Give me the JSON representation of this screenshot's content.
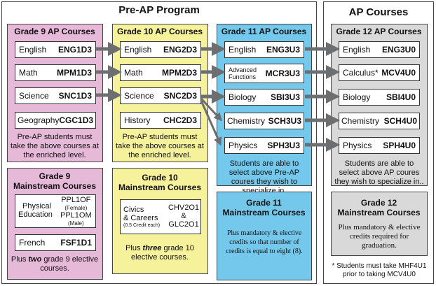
{
  "preap": {
    "title": "Pre-AP Program",
    "grade9": {
      "title": "Grade 9 AP Courses",
      "courses": [
        {
          "name": "English",
          "code": "ENG1D3"
        },
        {
          "name": "Math",
          "code": "MPM1D3"
        },
        {
          "name": "Science",
          "code": "SNC1D3"
        },
        {
          "name": "Geography",
          "code": "CGC1D3"
        }
      ],
      "note": "Pre-AP students must take the above courses at the enriched level."
    },
    "grade10": {
      "title": "Grade 10 AP Courses",
      "courses": [
        {
          "name": "English",
          "code": "ENG2D3"
        },
        {
          "name": "Math",
          "code": "MPM2D3"
        },
        {
          "name": "Science",
          "code": "SNC2D3"
        },
        {
          "name": "History",
          "code": "CHC2D3"
        }
      ],
      "note": "Pre-AP students must take the above courses at the enriched level."
    },
    "grade11": {
      "title": "Grade 11 AP Courses",
      "courses": [
        {
          "name": "English",
          "code": "ENG3U3"
        },
        {
          "name": "Advanced Functions",
          "code": "MCR3U3"
        },
        {
          "name": "Biology",
          "code": "SBI3U3"
        },
        {
          "name": "Chemistry",
          "code": "SCH3U3"
        },
        {
          "name": "Physics",
          "code": "SPH3U3"
        }
      ],
      "note": "Students are able to select above Pre-AP coures they wish to specialize in."
    }
  },
  "ap": {
    "title": "AP Courses",
    "grade12": {
      "title": "Grade 12 AP Courses",
      "courses": [
        {
          "name": "English",
          "code": "ENG3U0"
        },
        {
          "name": "Calculus*",
          "code": "MCV4U0"
        },
        {
          "name": "Biology",
          "code": "SBI4U0"
        },
        {
          "name": "Chemistry",
          "code": "SCH4U0"
        },
        {
          "name": "Physics",
          "code": "SPH4U0"
        }
      ],
      "note": "Students are able to select above AP coures they wish to specialize in.."
    },
    "footnote": "* Students must take MHF4U1 prior to taking MCV4U0"
  },
  "mainstream": {
    "grade9": {
      "title_line1": "Grade 9",
      "title_line2": "Mainstream Courses",
      "physed_label_line1": "Physical",
      "physed_label_line2": "Education",
      "physed_code1": "PPL1OF",
      "physed_code1_note": "(Female)",
      "physed_code2": "PPL1OM",
      "physed_code2_note": "(Male)",
      "french_name": "French",
      "french_code": "FSF1D1",
      "note_pre": "Plus ",
      "note_em": "two",
      "note_post": " grade 9 elective courses."
    },
    "grade10": {
      "title_line1": "Grade 10",
      "title_line2": "Mainstream Courses",
      "civics_line1": "Civics",
      "civics_line2": "& Careers",
      "civics_note": "(0.5 Credit each)",
      "code1": "CHV2O1",
      "amp": "&",
      "code2": "GLC2O1",
      "note_pre": "Plus ",
      "note_em": "three",
      "note_post": " grade 10 elective courses."
    },
    "grade11": {
      "title_line1": "Grade 11",
      "title_line2": "Mainstream Courses",
      "note": "Plus mandatory & elective credits so that number of credits is equal to eight (8)."
    },
    "grade12": {
      "title_line1": "Grade 12",
      "title_line2": "Mainstream Courses",
      "note": "Plus mandatory & elective credits required for graduation."
    }
  },
  "colors": {
    "grade9": "#e6b9d8",
    "grade10": "#f6f29c",
    "grade11": "#74c8ec",
    "grade12": "#d9d9d9",
    "arrow": "#6d6e70"
  }
}
